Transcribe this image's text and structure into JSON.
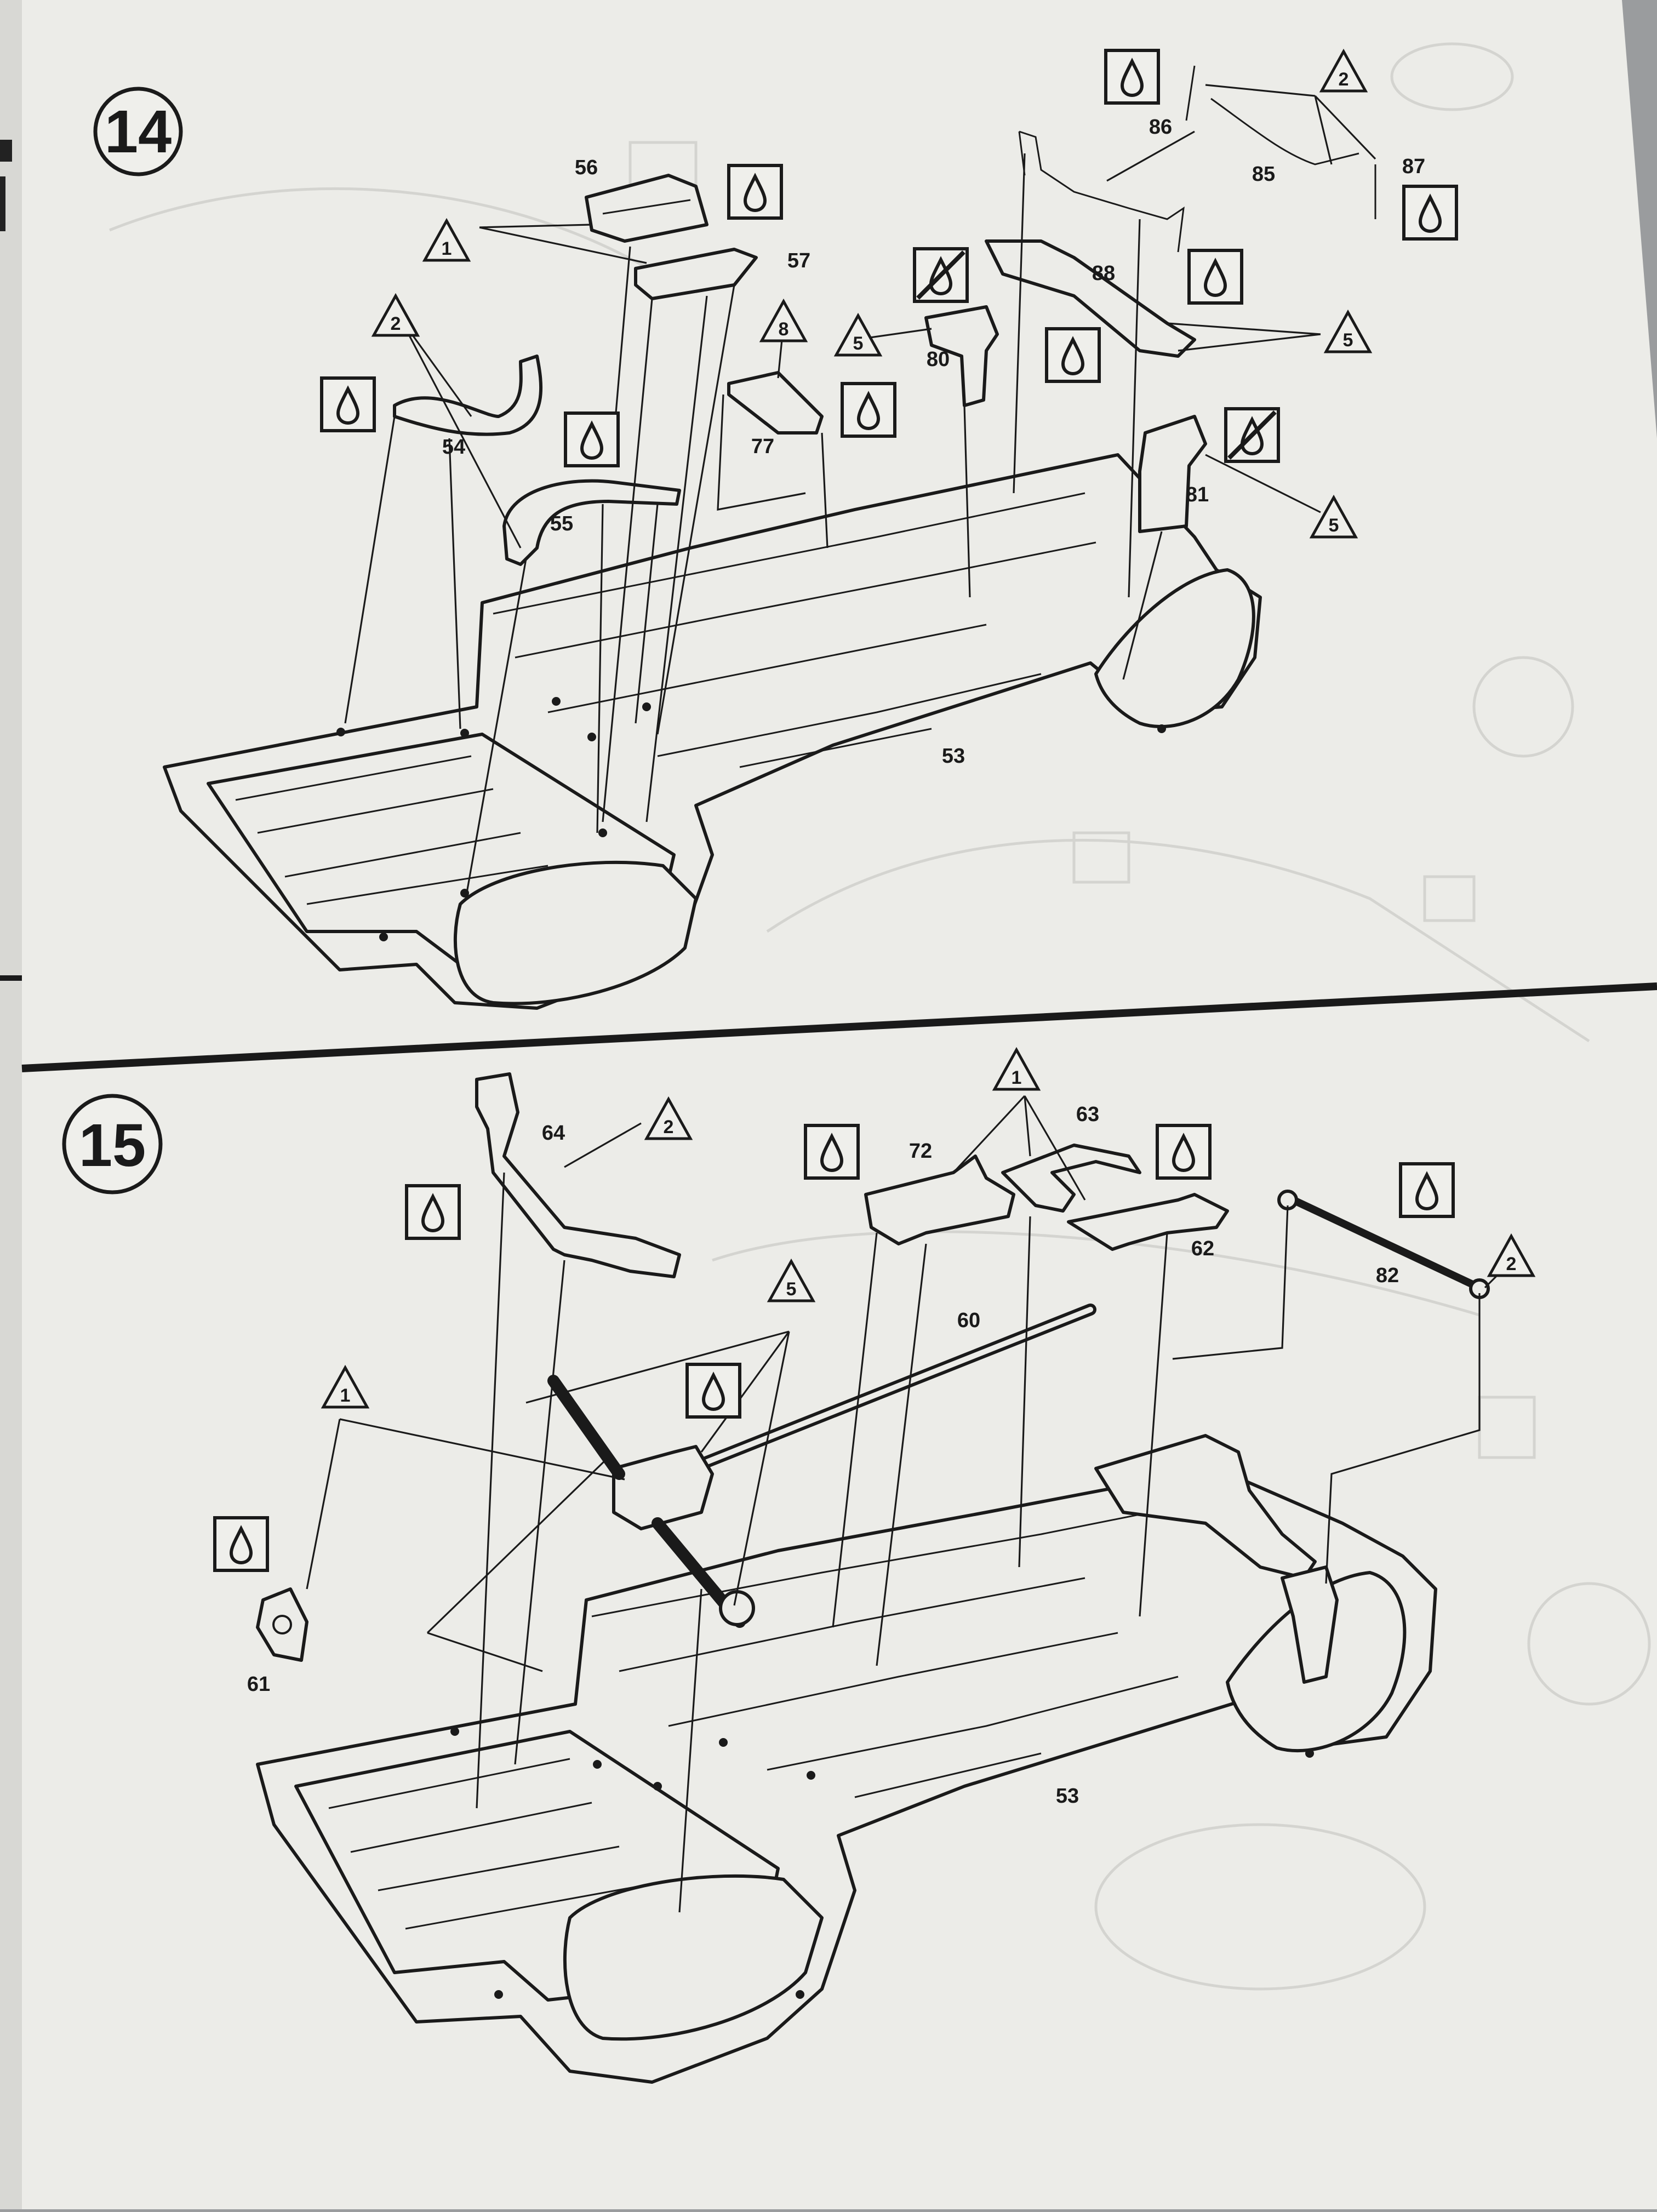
{
  "steps": [
    {
      "number": "14",
      "parts": [
        "56",
        "57",
        "54",
        "55",
        "77",
        "80",
        "81",
        "88",
        "86",
        "85",
        "87",
        "53"
      ],
      "triangle_markers": [
        "1",
        "2",
        "8",
        "5",
        "5",
        "5",
        "2"
      ]
    },
    {
      "number": "15",
      "parts": [
        "64",
        "72",
        "63",
        "62",
        "60",
        "82",
        "61",
        "53"
      ],
      "triangle_markers": [
        "2",
        "1",
        "5",
        "1",
        "2"
      ]
    }
  ],
  "legend_icons": [
    "glue-drop-icon",
    "no-glue-icon",
    "triangle-marker-icon",
    "step-circle-icon"
  ],
  "colors": {
    "paper": "#efefeb",
    "ink": "#1a1a1a",
    "ghost": "#d4d4d0",
    "table": "#9a9c9e"
  }
}
